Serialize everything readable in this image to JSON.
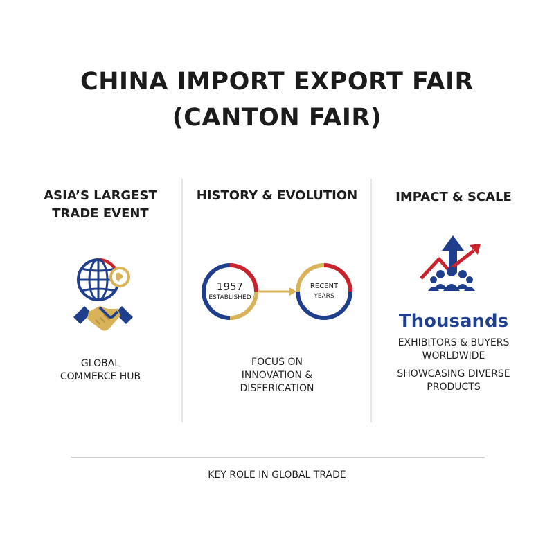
{
  "title": {
    "line1": "CHINA IMPORT EXPORT FAIR",
    "line2": "(CANTON FAIR)"
  },
  "colors": {
    "navy": "#1f3f8c",
    "red": "#c8232c",
    "gold": "#d9b35a"
  },
  "columns": [
    {
      "heading_line1": "ASIA’S LARGEST",
      "heading_line2": "TRADE EVENT",
      "icons": [
        "globe-icon",
        "handshake-icon"
      ],
      "text_line1": "GLOBAL",
      "text_line2": "COMMERCE HUB"
    },
    {
      "heading_line1": "HISTORY & EVOLUTION",
      "timeline": {
        "start_year": "1957",
        "start_caption": "ESTABLISHED",
        "end_line1": "RECENT",
        "end_line2": "YEARS"
      },
      "text_line1": "FOCUS ON",
      "text_line2": "INNOVATION &",
      "text_line3": "DISFERICATION"
    },
    {
      "heading_line1": "IMPACT & SCALE",
      "icons": [
        "growth-arrow-icon",
        "people-group-icon"
      ],
      "highlight": "Thousands",
      "text_line1": "EXHIBITORS & BUYERS",
      "text_line2": "WORLDWIDE",
      "text_line3": "SHOWCASING DIVERSE",
      "text_line4": "PRODUCTS"
    }
  ],
  "footer": "KEY ROLE IN GLOBAL TRADE"
}
